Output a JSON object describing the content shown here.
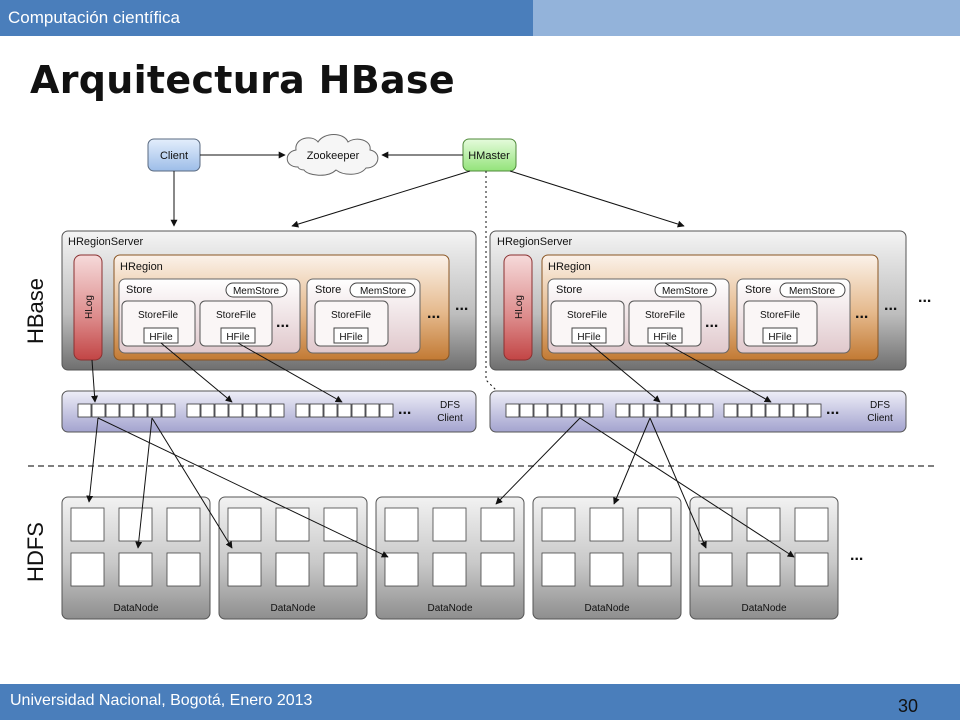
{
  "header": {
    "course": "Computación científica"
  },
  "slide": {
    "title": "Arquitectura HBase"
  },
  "footer": {
    "institution": "Universidad Nacional, Bogotá, Enero 2013",
    "page": "30"
  },
  "diagram": {
    "client": "Client",
    "zookeeper": "Zookeeper",
    "hmaster": "HMaster",
    "region_server": "HRegionServer",
    "hlog": "HLog",
    "hregion": "HRegion",
    "store": "Store",
    "memstore": "MemStore",
    "storefile": "StoreFile",
    "hfile": "HFile",
    "ellipsis": "...",
    "dfs_client_line1": "DFS",
    "dfs_client_line2": "Client",
    "datanode": "DataNode",
    "side_hbase": "HBase",
    "side_hdfs": "HDFS"
  }
}
